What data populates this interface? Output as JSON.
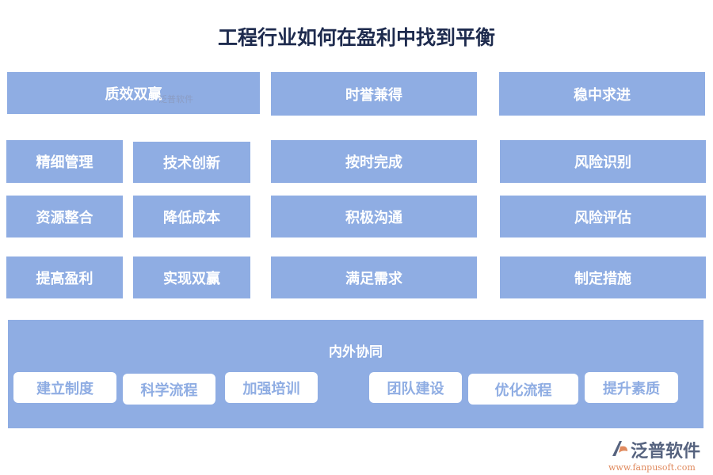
{
  "title": "工程行业如何在盈利中找到平衡",
  "top": [
    "质效双赢",
    "时誉兼得",
    "稳中求进"
  ],
  "left_col1": [
    "精细管理",
    "资源整合",
    "提高盈利"
  ],
  "left_col2": [
    "技术创新",
    "降低成本",
    "实现双赢"
  ],
  "mid_col": [
    "按时完成",
    "积极沟通",
    "满足需求"
  ],
  "right_col": [
    "风险识别",
    "风险评估",
    "制定措施"
  ],
  "panel": {
    "title": "内外协同",
    "items": [
      "建立制度",
      "科学流程",
      "加强培训",
      "团队建设",
      "优化流程",
      "提升素质"
    ]
  },
  "watermark": "泛普软件",
  "logo": {
    "name": "泛普软件",
    "url": "www.fanpusoft.com"
  },
  "colors": {
    "box": "#8fade3",
    "title": "#1e2b4e"
  }
}
